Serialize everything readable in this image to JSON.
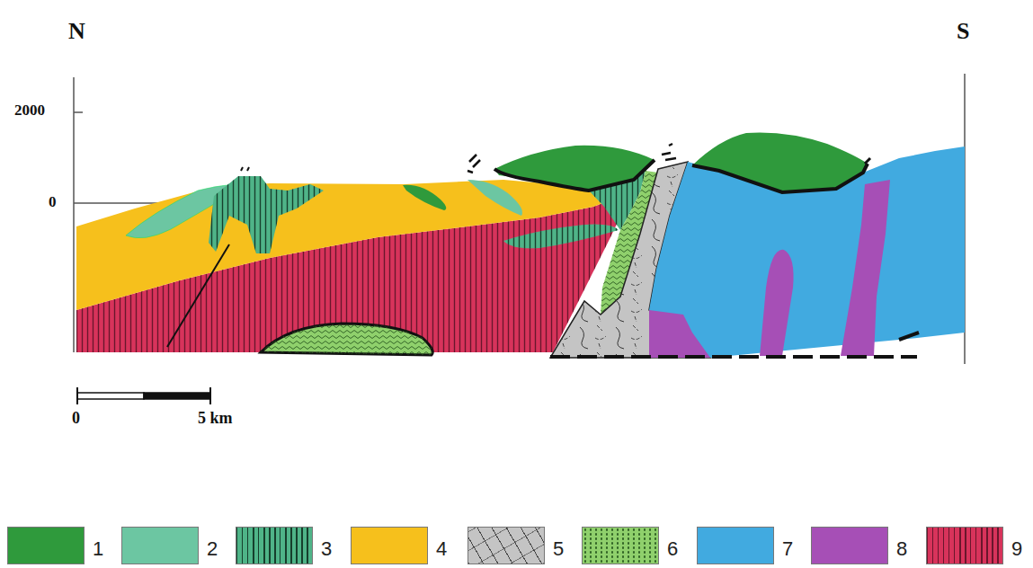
{
  "diagram": {
    "labels": [
      "N",
      "S",
      "2000",
      "0",
      "0",
      "5 km"
    ],
    "legend": [
      {
        "text": "1",
        "color": "#2f9a3c"
      },
      {
        "text": "2",
        "color": "#6cc6a2"
      },
      {
        "text": "3",
        "color": "#4fb488"
      },
      {
        "text": "4",
        "color": "#f6c01c"
      },
      {
        "text": "5",
        "color": "#c4c4c4"
      },
      {
        "text": "6",
        "color": "#8fd06c"
      },
      {
        "text": "7",
        "color": "#41aae0"
      },
      {
        "text": "8",
        "color": "#a64fb6"
      },
      {
        "text": "9",
        "color": "#d8335b"
      }
    ]
  }
}
